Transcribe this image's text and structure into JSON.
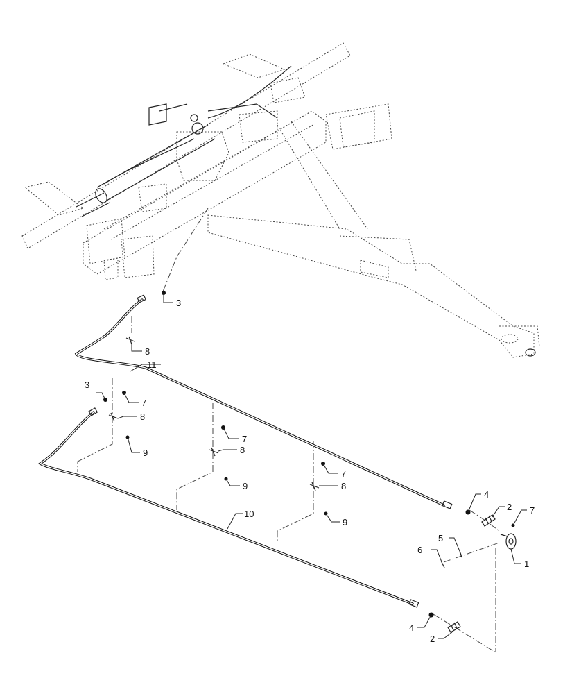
{
  "callouts": {
    "c1": "1",
    "c2a": "2",
    "c2b": "2",
    "c3a": "3",
    "c3b": "3",
    "c4a": "4",
    "c4b": "4",
    "c5": "5",
    "c6": "6",
    "c7a": "7",
    "c7b": "7",
    "c7c": "7",
    "c7d": "7",
    "c8a": "8",
    "c8b": "8",
    "c8c": "8",
    "c8d": "8",
    "c9a": "9",
    "c9b": "9",
    "c9c": "9",
    "c10": "10",
    "c11": "11"
  }
}
